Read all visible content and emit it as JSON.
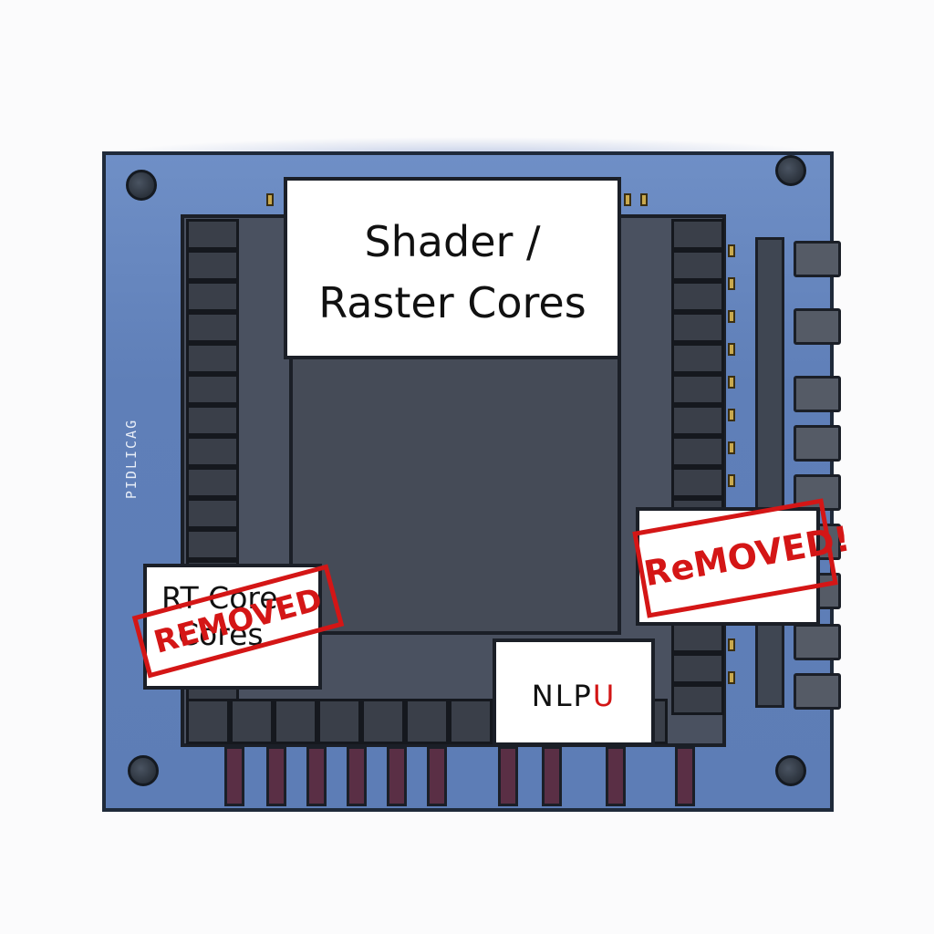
{
  "board": {
    "side_text": "PIDLICAG",
    "colors": {
      "board": "#5f7fb8",
      "package": "#4a5160",
      "stamp": "#d41616",
      "legs": "#5a2f45"
    }
  },
  "labels": {
    "shader_line1": "Shader /",
    "shader_line2": "Raster Cores",
    "rt_line1": "RT Core",
    "rt_line2": "Cores",
    "rt_stamp": "REMOVED",
    "right_stamp": "ReMOVED!",
    "nlpu_main": "NLP",
    "nlpu_red": "U"
  }
}
